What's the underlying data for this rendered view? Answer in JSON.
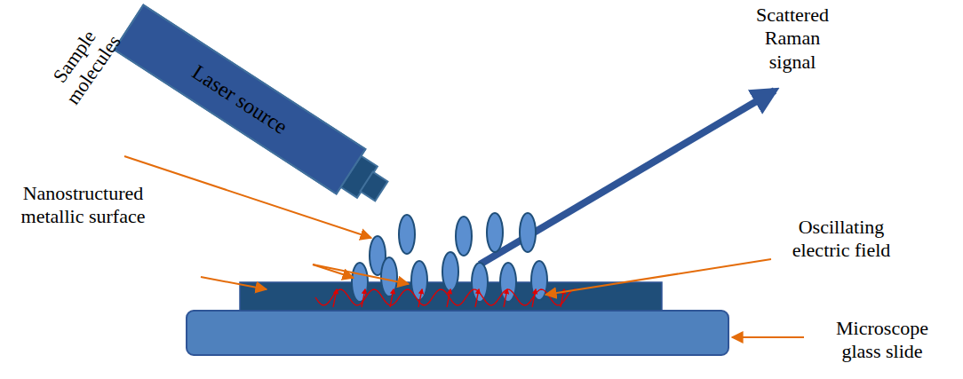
{
  "diagram": {
    "nodes": [
      {
        "text": [
          "Laser source"
        ]
      }
    ],
    "labels": [
      "Sample molecules",
      "Nanostructured metallic surface",
      "Oscillating electric field",
      "Microscope glass slide",
      "Scattered Raman signal"
    ]
  }
}
